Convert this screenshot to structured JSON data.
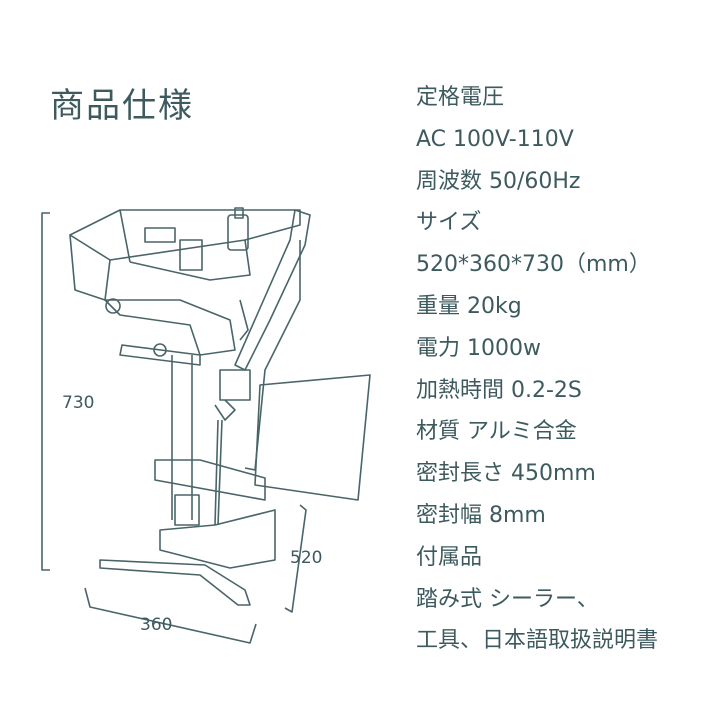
{
  "title": "商品仕様",
  "specs": [
    "定格電圧",
    "AC 100V-110V",
    "周波数  50/60Hz",
    "サイズ",
    "520*360*730（mm）",
    "重量 20kg",
    "電力 1000w",
    "加熱時間  0.2-2S",
    "材質 アルミ合金",
    "密封長さ  450mm",
    "密封幅  8mm",
    "付属品",
    "踏み式 シーラー、",
    "工具、日本語取扱説明書"
  ],
  "dimensions": {
    "height": "730",
    "depth": "520",
    "width": "360"
  },
  "colors": {
    "text": "#3d5a5e",
    "line": "#4a6568"
  }
}
